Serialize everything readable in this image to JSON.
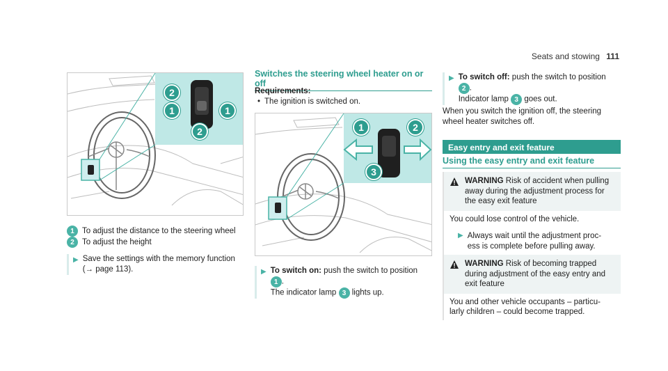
{
  "header": {
    "section": "Seats and stowing",
    "page": "111"
  },
  "left": {
    "legend": [
      {
        "num": "1",
        "text": "To adjust the distance to the steering wheel"
      },
      {
        "num": "2",
        "text": "To adjust the height"
      }
    ],
    "step": "Save the settings with the memory function",
    "step_ref": "(→ page 113)."
  },
  "middle": {
    "title": "Switches the steering wheel heater on or off",
    "req_label": "Requirements:",
    "req_item": "The ignition is switched on.",
    "step_label": "To switch on:",
    "step_text": "push the switch to position",
    "step_pos": "1",
    "step_line2_pre": "The indicator lamp",
    "step_lamp": "3",
    "step_line2_post": "lights up."
  },
  "right": {
    "step_label": "To switch off:",
    "step_text": "push the switch to position",
    "step_pos": "2",
    "step_line2_pre": "Indicator lamp",
    "step_lamp": "3",
    "step_line2_post": "goes out.",
    "note_line1": "When you switch the ignition off, the steering",
    "note_line2": "wheel heater switches off.",
    "banner": "Easy entry and exit feature",
    "subtitle": "Using the easy entry and exit feature",
    "warning1": {
      "label": "WARNING",
      "head_line1": "Risk of accident when pulling",
      "head_line2": "away during the adjustment process for",
      "head_line3": "the easy exit feature",
      "body": "You could lose control of the vehicle.",
      "sub_line1": "Always wait until the adjustment proc-",
      "sub_line2": "ess is complete before pulling away."
    },
    "warning2": {
      "label": "WARNING",
      "head_line1": "Risk of becoming trapped",
      "head_line2": "during adjustment of the easy entry and",
      "head_line3": "exit feature",
      "body_line1": "You and other vehicle occupants – particu-",
      "body_line2": "larly children – could become trapped."
    }
  },
  "colors": {
    "accent": "#2e9d8f",
    "accent_light": "#4ab3a6",
    "panel": "#bfe8e6"
  }
}
